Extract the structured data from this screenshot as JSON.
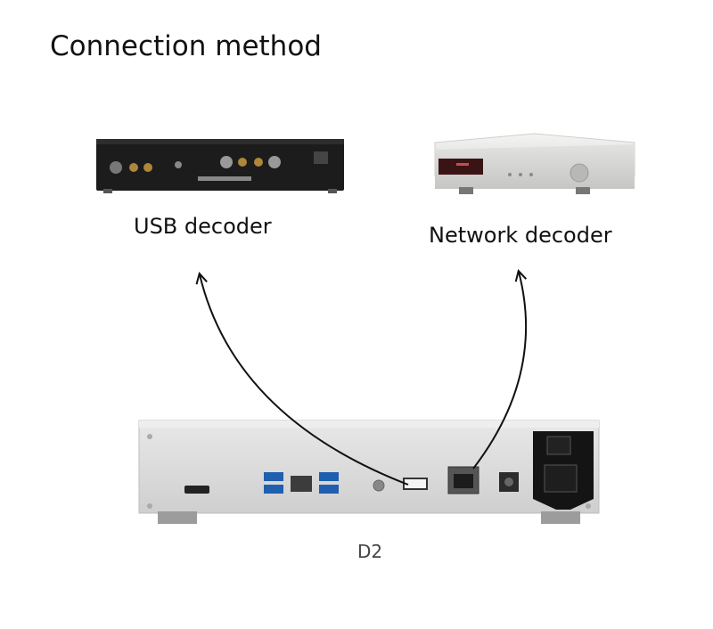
{
  "title": "Connection method",
  "devices": {
    "usb_decoder": {
      "label": "USB decoder"
    },
    "network_decoder": {
      "label": "Network decoder"
    },
    "d2": {
      "label": "D2"
    }
  },
  "connections": [
    {
      "from": "d2-usb-port",
      "to": "usb_decoder"
    },
    {
      "from": "d2-ethernet-port",
      "to": "network_decoder"
    }
  ],
  "colors": {
    "usb_decoder_body": "#1c1c1c",
    "network_decoder_body": "#e4e4e2",
    "d2_body": "#dcdcdc",
    "arrow": "#111111"
  }
}
